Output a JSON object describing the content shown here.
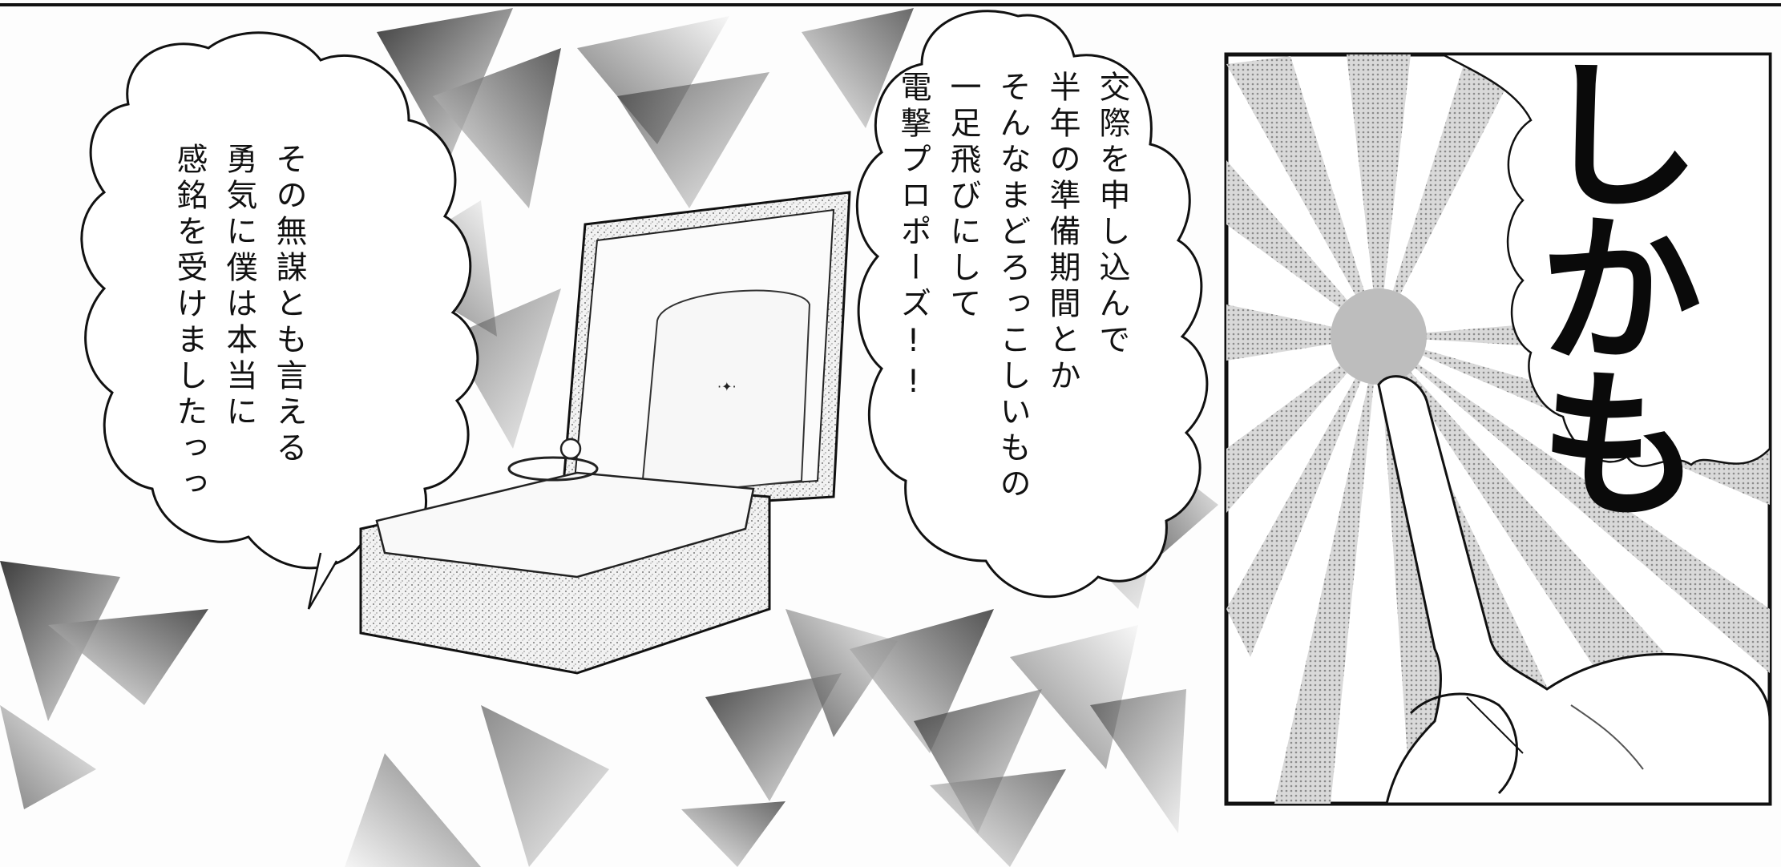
{
  "panels": {
    "left_bubble": {
      "lines": [
        "その無謀とも言える",
        "勇気に僕は本当に",
        "感銘を受けましたっっ"
      ]
    },
    "middle_bubble": {
      "lines": [
        "交際を申し込んで",
        "半年の準備期間とか",
        "そんなまどろっこしいもの",
        "一足飛びにして",
        "電撃プロポーズ!!"
      ]
    },
    "right_panel": {
      "sound_text": "しかも"
    }
  },
  "colors": {
    "ink": "#111111",
    "paper": "#ffffff",
    "screentone": "#9a9a9a"
  }
}
